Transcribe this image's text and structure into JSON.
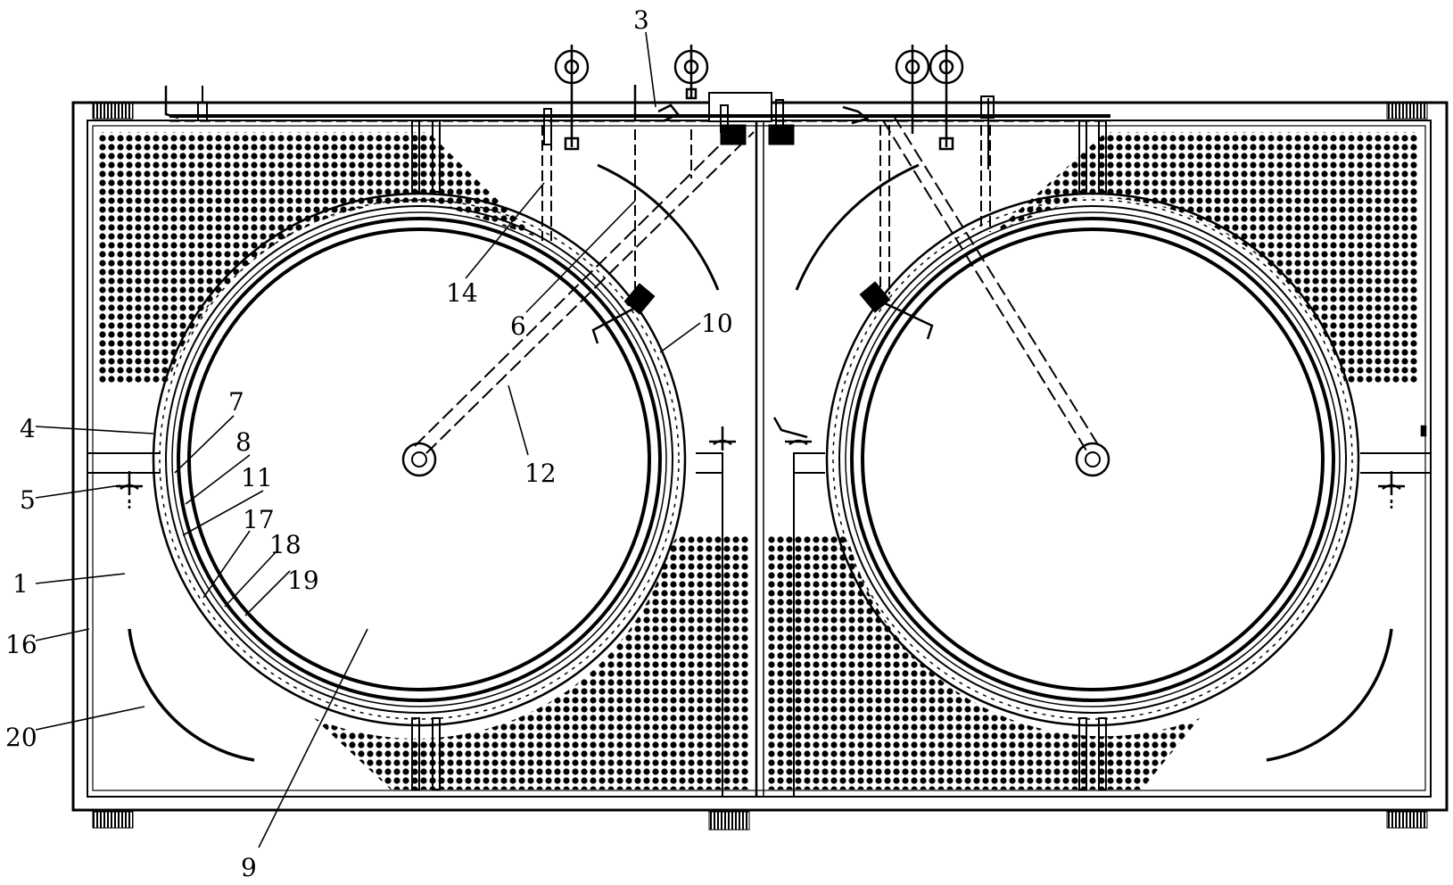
{
  "drawing": {
    "colors": {
      "line": "#000000",
      "paper": "#ffffff"
    },
    "labels": [
      "1",
      "3",
      "4",
      "5",
      "6",
      "7",
      "8",
      "9",
      "10",
      "11",
      "12",
      "14",
      "16",
      "17",
      "18",
      "19",
      "20"
    ]
  }
}
